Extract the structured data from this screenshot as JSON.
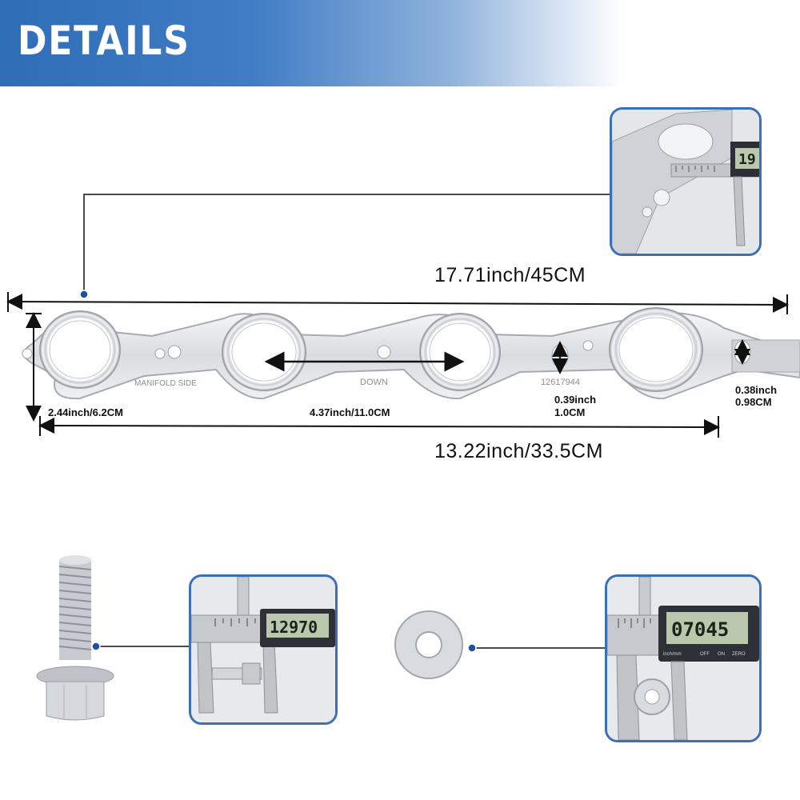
{
  "banner": {
    "title": "DETAILS"
  },
  "gasket": {
    "stamp_left": "MANIFOLD SIDE",
    "stamp_center": "DOWN",
    "stamp_part_number": "12617944"
  },
  "dimensions": {
    "overall_length": "17.71inch/45CM",
    "port_height": "2.44inch/6.2CM",
    "port_spacing": "4.37inch/11.0CM",
    "hole_width_line1": "0.39inch",
    "hole_width_line2": "1.0CM",
    "tab_width_line1": "0.38inch",
    "tab_width_line2": "0.98CM",
    "port_span": "13.22inch/33.5CM"
  },
  "insets": {
    "gasket_caliper_reading": "19",
    "bolt_caliper_reading": "12970",
    "washer_caliper_reading": "07045",
    "washer_caliper_unit_label": "inch/mm",
    "caliper_button_off": "OFF",
    "caliper_button_on": "ON",
    "caliper_button_zero": "ZERO"
  },
  "colors": {
    "banner": "#2f6db7",
    "inset_border": "#3b6fb6",
    "connector_dot": "#1f4fa0",
    "caliper_lcd": "#b9c7ad"
  }
}
